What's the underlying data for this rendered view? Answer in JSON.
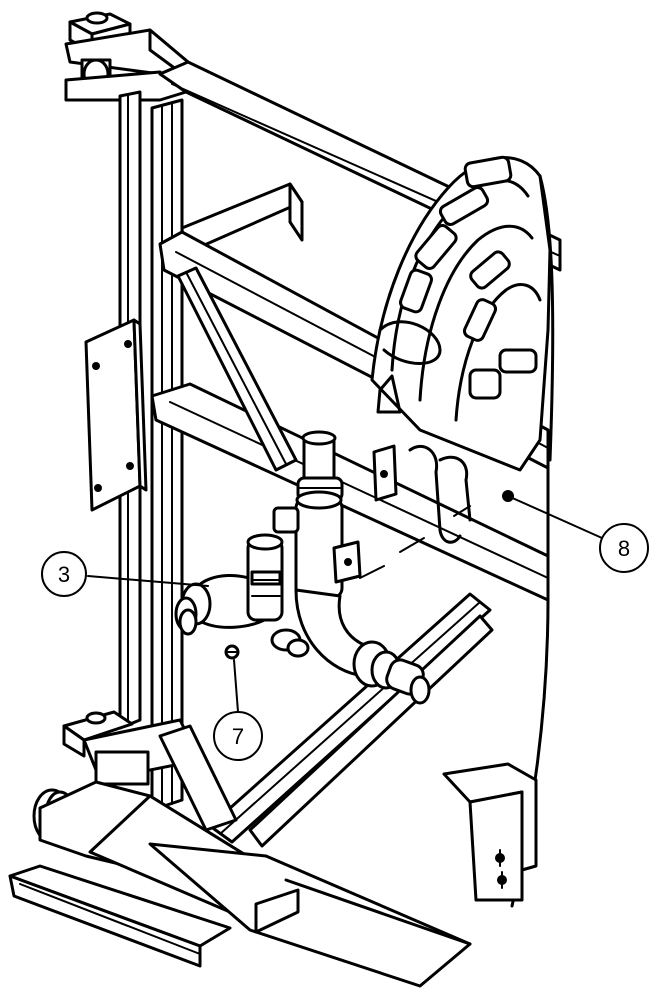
{
  "callouts": {
    "c3": "3",
    "c7": "7",
    "c8": "8"
  },
  "colors": {
    "line": "#000000",
    "background": "#ffffff"
  }
}
